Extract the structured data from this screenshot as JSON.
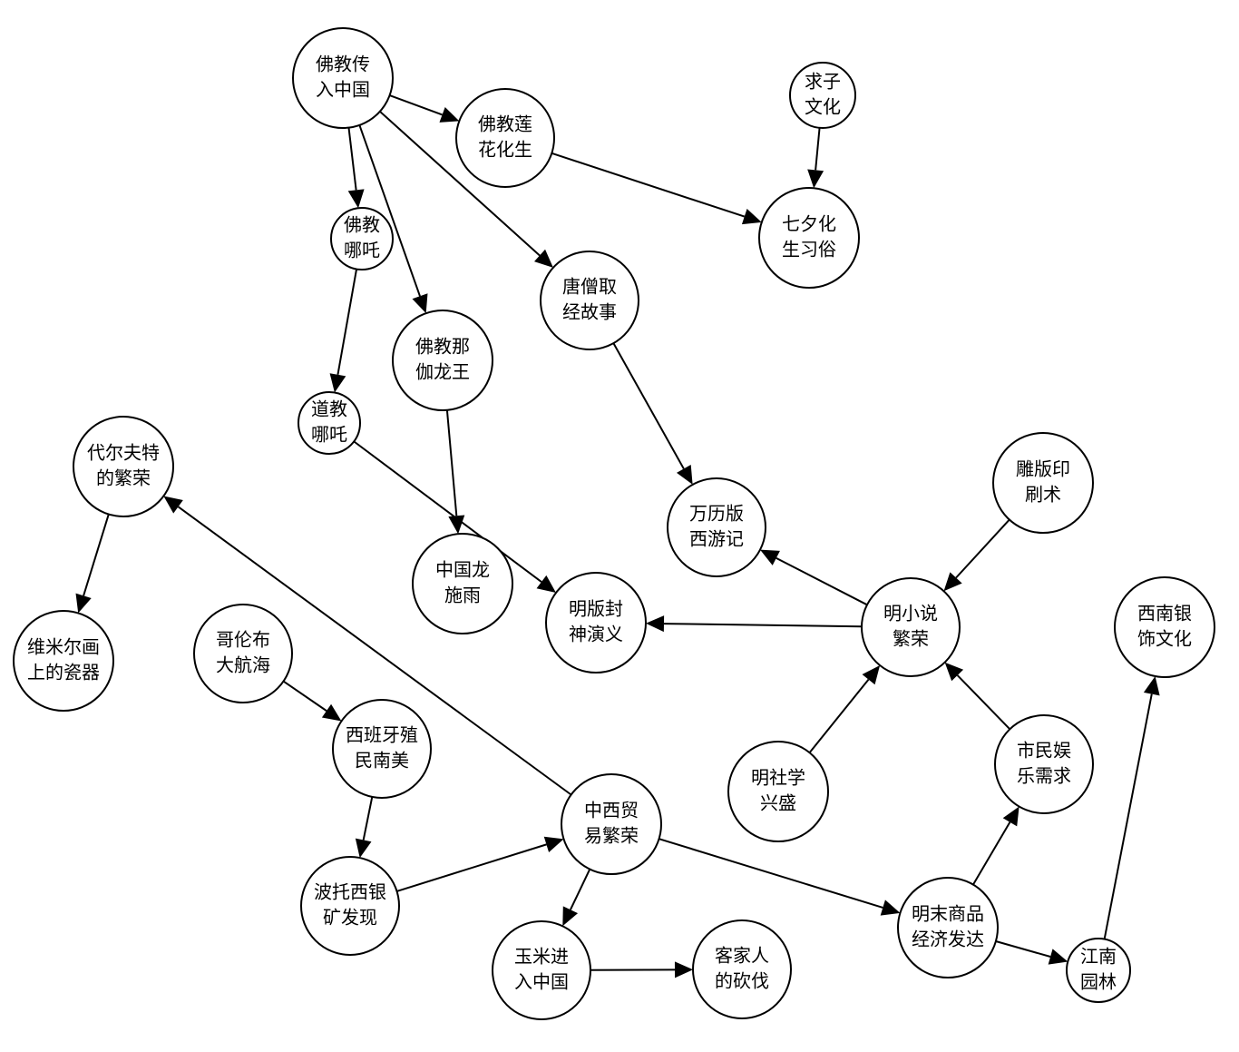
{
  "nodes": [
    {
      "id": "n1",
      "line1": "佛教传",
      "line2": "入中国"
    },
    {
      "id": "n2",
      "line1": "佛教莲",
      "line2": "花化生"
    },
    {
      "id": "n3",
      "line1": "求子",
      "line2": "文化"
    },
    {
      "id": "n4",
      "line1": "七夕化",
      "line2": "生习俗"
    },
    {
      "id": "n5",
      "line1": "佛教",
      "line2": "哪吒"
    },
    {
      "id": "n6",
      "line1": "佛教那",
      "line2": "伽龙王"
    },
    {
      "id": "n7",
      "line1": "唐僧取",
      "line2": "经故事"
    },
    {
      "id": "n8",
      "line1": "道教",
      "line2": "哪吒"
    },
    {
      "id": "n9",
      "line1": "代尔夫特",
      "line2": "的繁荣"
    },
    {
      "id": "n10",
      "line1": "雕版印",
      "line2": "刷术"
    },
    {
      "id": "n11",
      "line1": "万历版",
      "line2": "西游记"
    },
    {
      "id": "n12",
      "line1": "中国龙",
      "line2": "施雨"
    },
    {
      "id": "n13",
      "line1": "明版封",
      "line2": "神演义"
    },
    {
      "id": "n14",
      "line1": "明小说",
      "line2": "繁荣"
    },
    {
      "id": "n15",
      "line1": "西南银",
      "line2": "饰文化"
    },
    {
      "id": "n16",
      "line1": "维米尔画",
      "line2": "上的瓷器"
    },
    {
      "id": "n17",
      "line1": "哥伦布",
      "line2": "大航海"
    },
    {
      "id": "n18",
      "line1": "西班牙殖",
      "line2": "民南美"
    },
    {
      "id": "n19",
      "line1": "市民娱",
      "line2": "乐需求"
    },
    {
      "id": "n20",
      "line1": "明社学",
      "line2": "兴盛"
    },
    {
      "id": "n21",
      "line1": "中西贸",
      "line2": "易繁荣"
    },
    {
      "id": "n22",
      "line1": "波托西银",
      "line2": "矿发现"
    },
    {
      "id": "n23",
      "line1": "明末商品",
      "line2": "经济发达"
    },
    {
      "id": "n24",
      "line1": "玉米进",
      "line2": "入中国"
    },
    {
      "id": "n25",
      "line1": "客家人",
      "line2": "的砍伐"
    },
    {
      "id": "n26",
      "line1": "江南",
      "line2": "园林"
    }
  ],
  "edges": [
    {
      "from": "n1",
      "to": "n2"
    },
    {
      "from": "n1",
      "to": "n5"
    },
    {
      "from": "n1",
      "to": "n6"
    },
    {
      "from": "n1",
      "to": "n7"
    },
    {
      "from": "n2",
      "to": "n4"
    },
    {
      "from": "n3",
      "to": "n4"
    },
    {
      "from": "n5",
      "to": "n8"
    },
    {
      "from": "n6",
      "to": "n12"
    },
    {
      "from": "n7",
      "to": "n11"
    },
    {
      "from": "n8",
      "to": "n13"
    },
    {
      "from": "n9",
      "to": "n16"
    },
    {
      "from": "n10",
      "to": "n14"
    },
    {
      "from": "n14",
      "to": "n11"
    },
    {
      "from": "n14",
      "to": "n13"
    },
    {
      "from": "n17",
      "to": "n18"
    },
    {
      "from": "n18",
      "to": "n22"
    },
    {
      "from": "n22",
      "to": "n21"
    },
    {
      "from": "n21",
      "to": "n9"
    },
    {
      "from": "n21",
      "to": "n24"
    },
    {
      "from": "n21",
      "to": "n23"
    },
    {
      "from": "n24",
      "to": "n25"
    },
    {
      "from": "n23",
      "to": "n19"
    },
    {
      "from": "n23",
      "to": "n26"
    },
    {
      "from": "n19",
      "to": "n14"
    },
    {
      "from": "n20",
      "to": "n14"
    },
    {
      "from": "n26",
      "to": "n15"
    }
  ]
}
